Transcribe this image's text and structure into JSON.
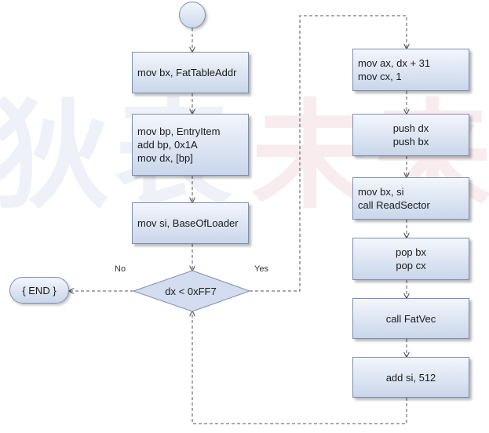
{
  "left_column": {
    "box1": [
      "mov bx, FatTableAddr"
    ],
    "box2": [
      "mov bp, EntryItem",
      "add bp, 0x1A",
      "mov dx, [bp]"
    ],
    "box3": [
      "mov si, BaseOfLoader"
    ]
  },
  "decision": {
    "label": "dx < 0xFF7",
    "no_label": "No",
    "yes_label": "Yes"
  },
  "end_label": "{ END }",
  "right_column": {
    "box1": [
      "mov ax, dx + 31",
      "mov cx, 1"
    ],
    "box2": [
      "push dx",
      "push bx"
    ],
    "box3": [
      "mov bx, si",
      "call ReadSector"
    ],
    "box4": [
      "pop bx",
      "pop cx"
    ],
    "box5": [
      "call FatVec"
    ],
    "box6": [
      "add si, 512"
    ]
  },
  "colors": {
    "node_fill_top": "#f3f6fc",
    "node_fill_bottom": "#c9d6ea",
    "node_border": "#7d8fb0",
    "connector": "#555555"
  }
}
